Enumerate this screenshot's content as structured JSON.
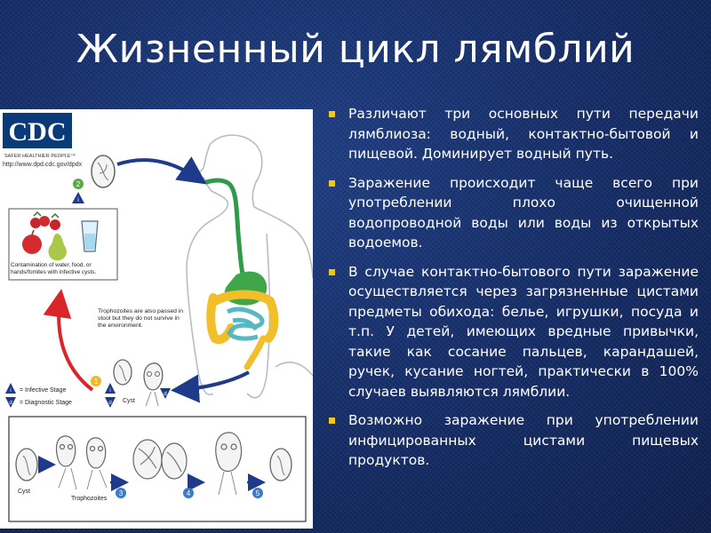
{
  "title": "Жизненный цикл лямблий",
  "figure": {
    "logo": "CDC",
    "logo_tagline": "SAFER·HEALTHIER·PEOPLE™",
    "url": "http://www.dpd.cdc.gov/dpdx",
    "contamination_caption": "Contamination of water, food, or hands/fomites with infective cysts.",
    "trophozoite_note": "Trophozoites are also passed in stool but they do not survive in the environment.",
    "legend_infective": "= Infective Stage",
    "legend_diagnostic": "= Diagnostic Stage",
    "cyst_label": "Cyst",
    "cyst_label_bottom": "Cyst",
    "trophozoites_label": "Trophozoites",
    "steps": [
      "1",
      "2",
      "3",
      "4",
      "5"
    ],
    "stage_i": "i",
    "stage_d": "d",
    "colors": {
      "red_arrow": "#d9262b",
      "blue_arrow": "#1e3a8a",
      "esophagus": "#2e9a4a",
      "stomach": "#3fa64a",
      "colon": "#f2bf2a",
      "small_intestine": "#58b8c2",
      "step_green": "#5aa84a",
      "step_yellow": "#f0b820",
      "step_blue": "#3a7cc8"
    }
  },
  "bullets": [
    "Различают три основных пути передачи лямблиоза: водный, контактно-бытовой и пищевой. Доминирует водный путь.",
    "Заражение происходит чаще всего при употреблении плохо очищенной водопроводной воды или воды из открытых водоемов.",
    "В случае контактно-бытового пути заражение осуществляется через загрязненные цистами предметы обихода: белье, игрушки, посуда и т.п. У детей, имеющих вредные привычки, такие как сосание пальцев, карандашей, ручек, кусание ногтей, практически в 100% случаев выявляются лямблии.",
    "Возможно заражение при употреблении инфицированных цистами пищевых продуктов."
  ],
  "accent_color": "#f2c618"
}
